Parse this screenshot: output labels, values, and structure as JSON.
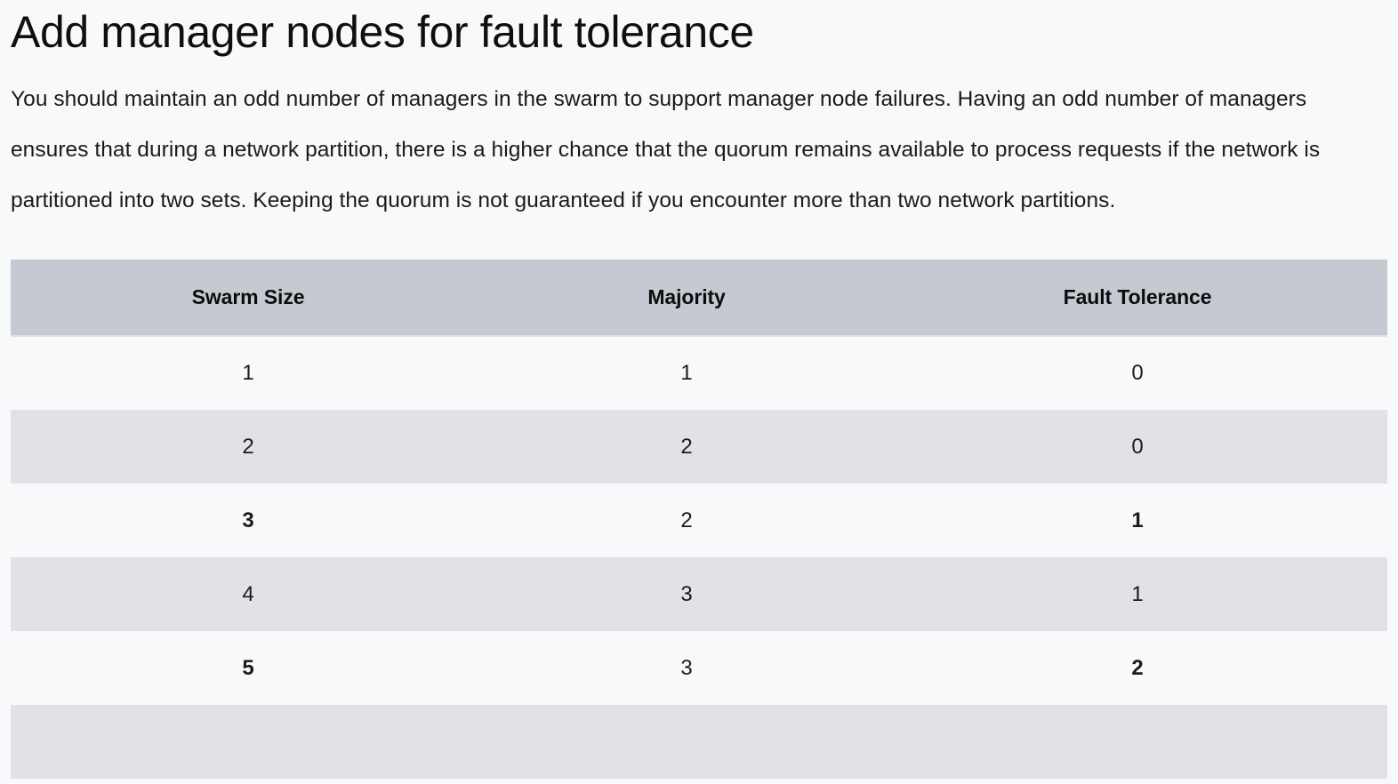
{
  "page": {
    "title": "Add manager nodes for fault tolerance",
    "paragraph": "You should maintain an odd number of managers in the swarm to support manager node failures. Having an odd number of managers ensures that during a network partition, there is a higher chance that the quorum remains available to process requests if the network is partitioned into two sets. Keeping the quorum is not guaranteed if you encounter more than two network partitions."
  },
  "colors": {
    "page_background": "#f8f9fa",
    "table_header_background": "#c6c9d1",
    "row_odd_background": "#f8f9fa",
    "row_even_background": "#e0e2e6",
    "text": "#1b1b1b"
  },
  "table": {
    "headers": [
      "Swarm Size",
      "Majority",
      "Fault Tolerance"
    ],
    "rows": [
      {
        "swarm_size": "1",
        "majority": "1",
        "fault_tolerance": "0",
        "bold": false
      },
      {
        "swarm_size": "2",
        "majority": "2",
        "fault_tolerance": "0",
        "bold": false
      },
      {
        "swarm_size": "3",
        "majority": "2",
        "fault_tolerance": "1",
        "bold": true
      },
      {
        "swarm_size": "4",
        "majority": "3",
        "fault_tolerance": "1",
        "bold": false
      },
      {
        "swarm_size": "5",
        "majority": "3",
        "fault_tolerance": "2",
        "bold": true
      },
      {
        "swarm_size": "",
        "majority": "",
        "fault_tolerance": "",
        "bold": false
      }
    ]
  }
}
